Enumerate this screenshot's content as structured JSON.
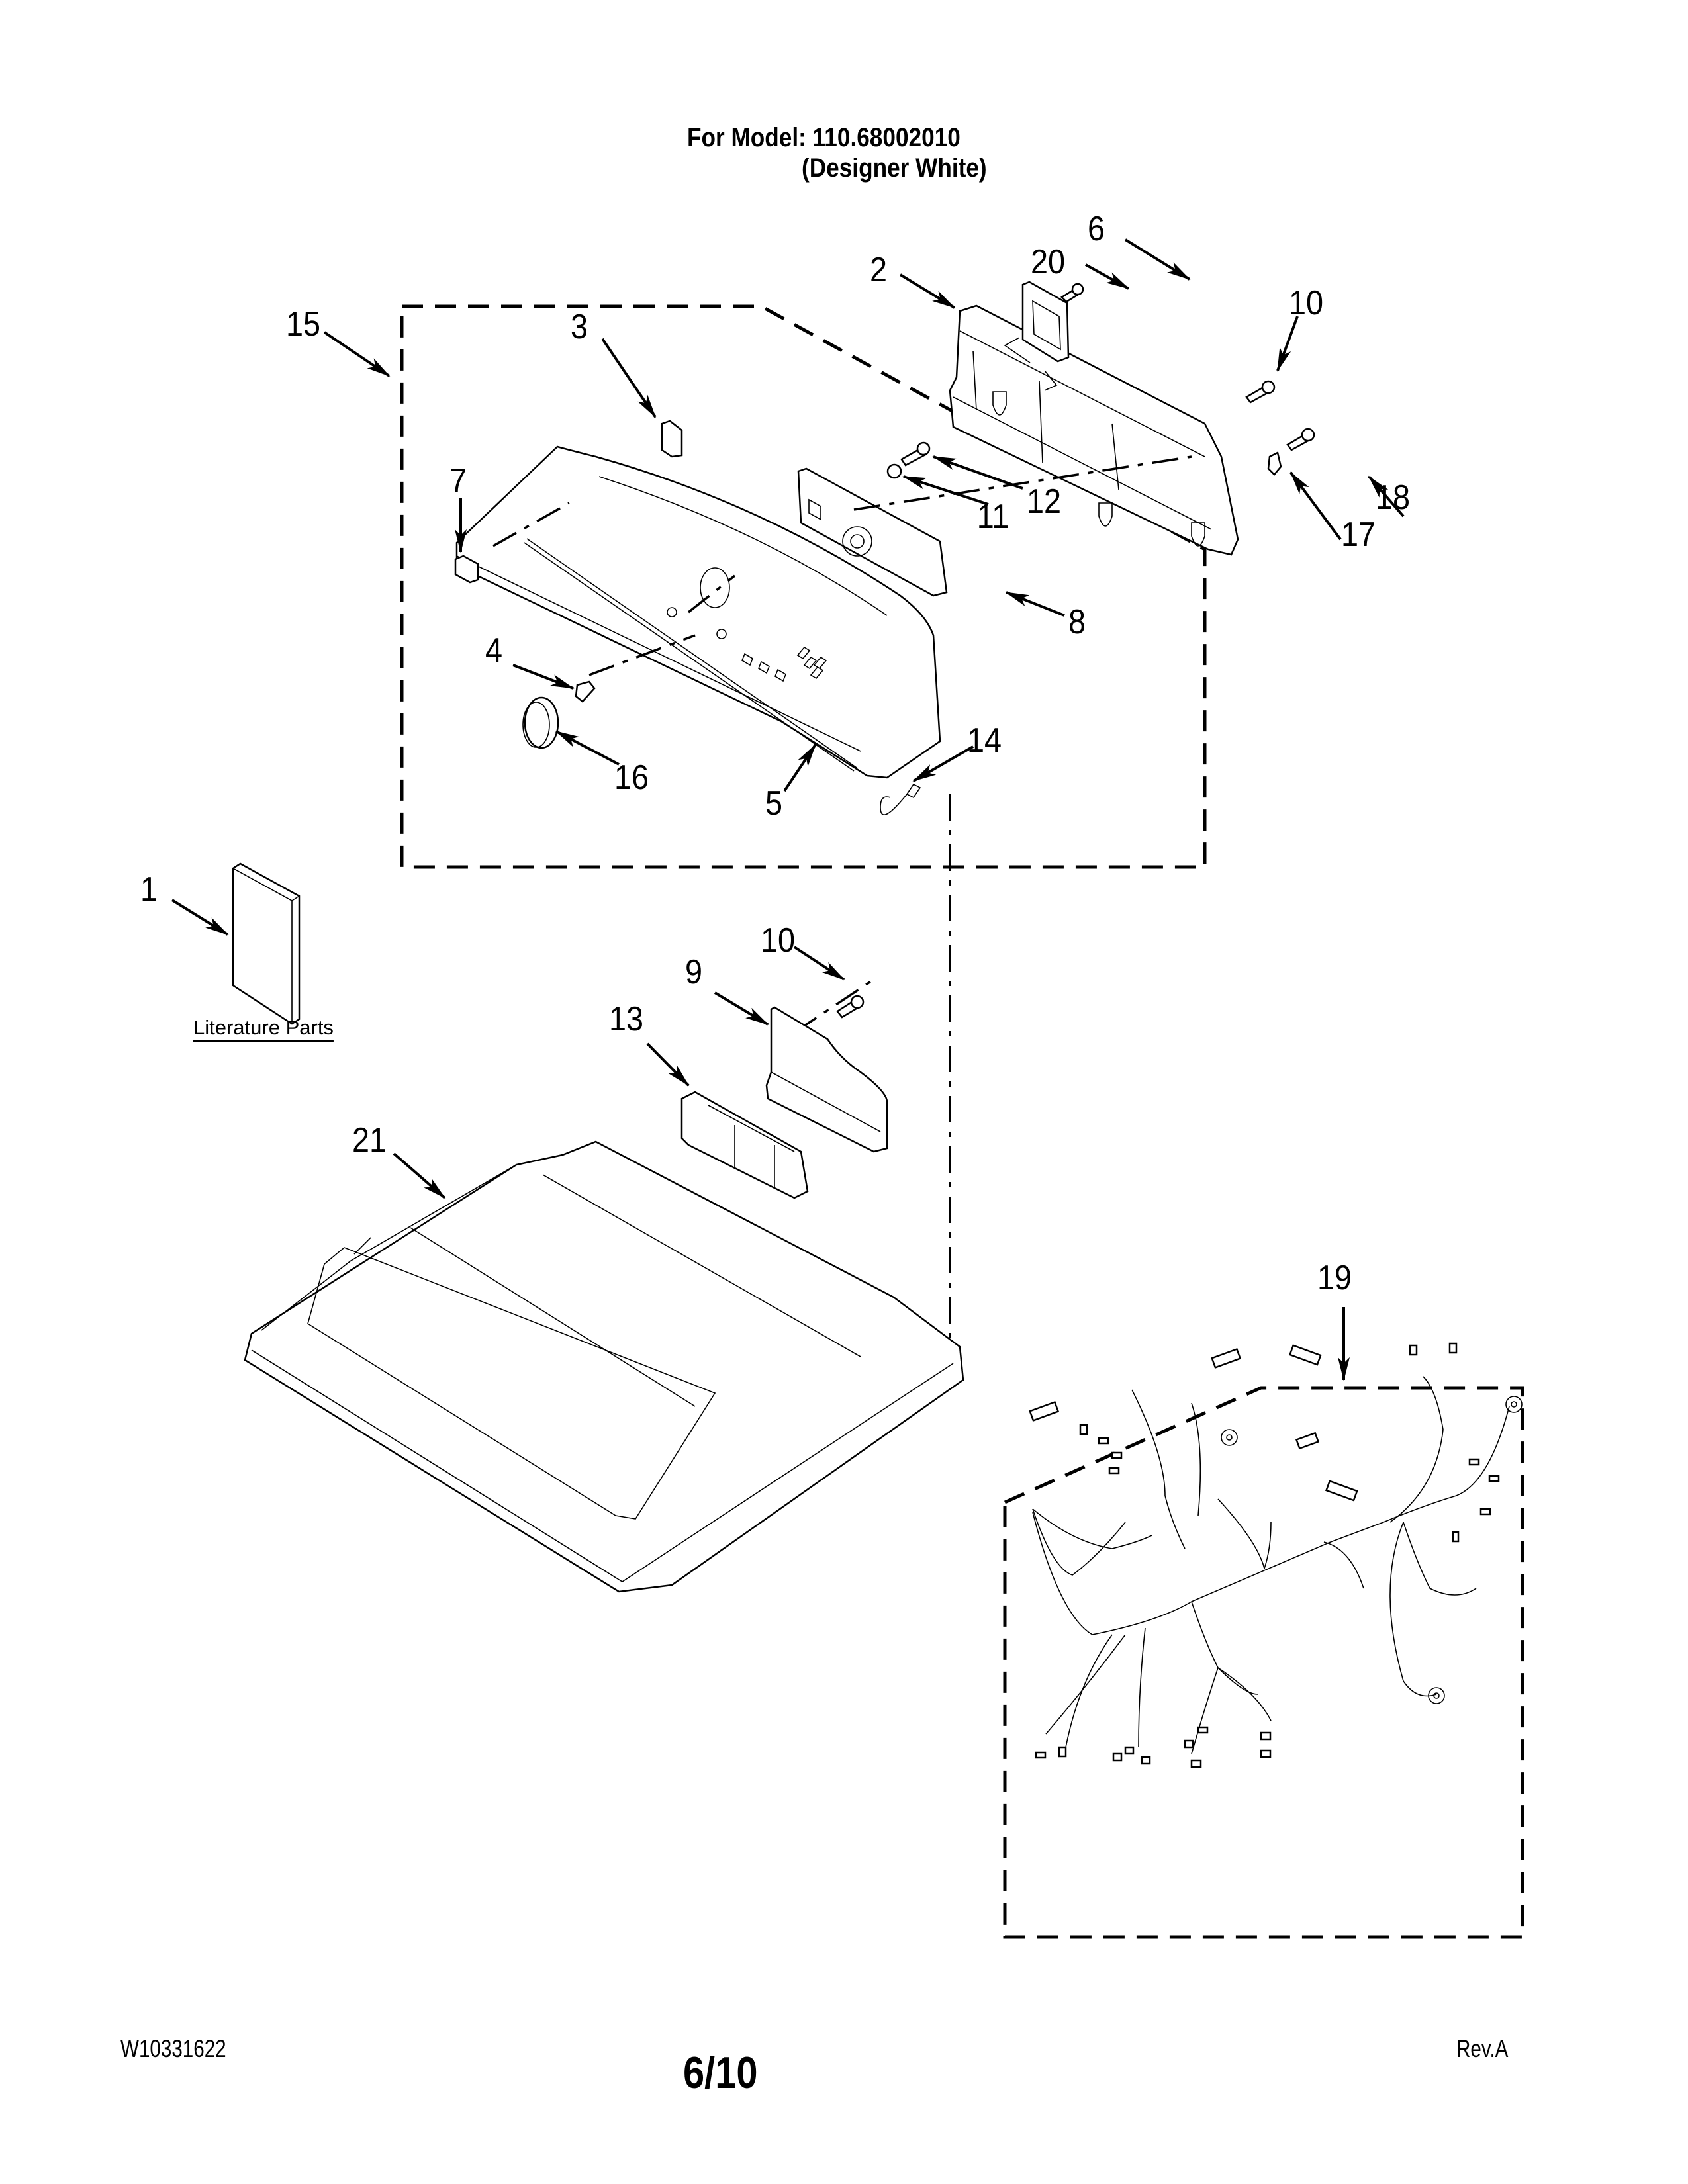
{
  "header": {
    "model_line": "For Model: 110.68002010",
    "color_line": "(Designer White)"
  },
  "callouts": [
    {
      "id": "1",
      "label": "1"
    },
    {
      "id": "2",
      "label": "2"
    },
    {
      "id": "3",
      "label": "3"
    },
    {
      "id": "4",
      "label": "4"
    },
    {
      "id": "5",
      "label": "5"
    },
    {
      "id": "6",
      "label": "6"
    },
    {
      "id": "7",
      "label": "7"
    },
    {
      "id": "8",
      "label": "8"
    },
    {
      "id": "9",
      "label": "9"
    },
    {
      "id": "10a",
      "label": "10"
    },
    {
      "id": "10b",
      "label": "10"
    },
    {
      "id": "11",
      "label": "11"
    },
    {
      "id": "12",
      "label": "12"
    },
    {
      "id": "13",
      "label": "13"
    },
    {
      "id": "14",
      "label": "14"
    },
    {
      "id": "15",
      "label": "15"
    },
    {
      "id": "16",
      "label": "16"
    },
    {
      "id": "17",
      "label": "17"
    },
    {
      "id": "18",
      "label": "18"
    },
    {
      "id": "19",
      "label": "19"
    },
    {
      "id": "20",
      "label": "20"
    },
    {
      "id": "21",
      "label": "21"
    }
  ],
  "literature": {
    "label": "Literature Parts"
  },
  "footer": {
    "doc_number": "W10331622",
    "page": "6/10",
    "revision": "Rev.A"
  }
}
